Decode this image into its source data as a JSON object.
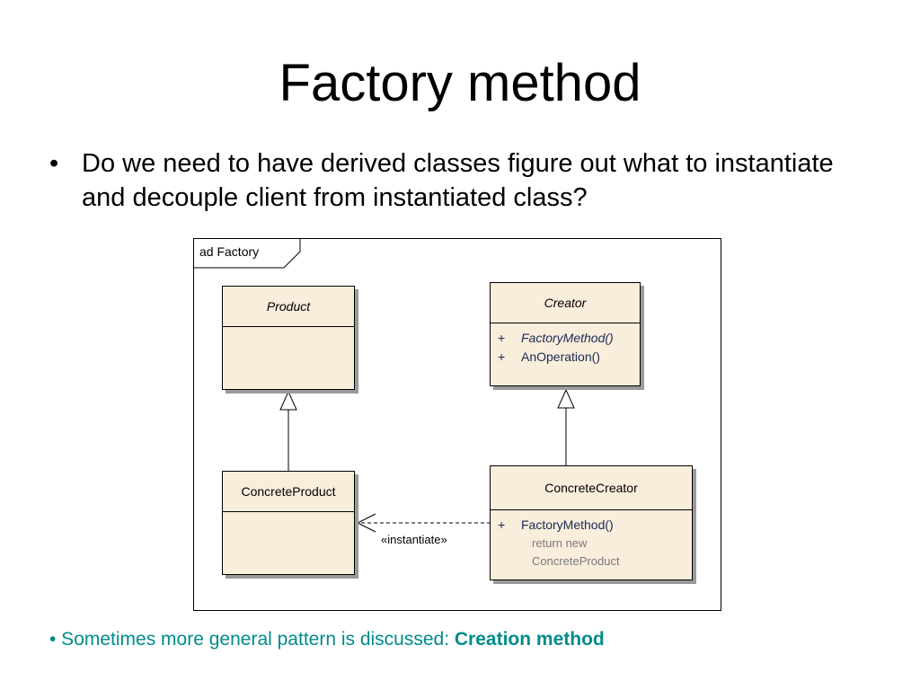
{
  "slide": {
    "title": "Factory method",
    "bullet_text": "Do we need to have derived classes figure out what to instantiate and decouple client from instantiated class?",
    "bottom_note_prefix": "• Sometimes more general pattern is discussed: ",
    "bottom_note_bold": "Creation method"
  },
  "diagram": {
    "frame_label": "ad Factory",
    "product": {
      "name": "Product"
    },
    "creator": {
      "name": "Creator",
      "ops": [
        {
          "vis": "+",
          "name": "FactoryMethod()"
        },
        {
          "vis": "+",
          "name": "AnOperation()"
        }
      ]
    },
    "concrete_product": {
      "name": "ConcreteProduct"
    },
    "concrete_creator": {
      "name": "ConcreteCreator",
      "op": {
        "vis": "+",
        "name": "FactoryMethod()"
      },
      "note_line1": "return new",
      "note_line2": "ConcreteProduct"
    },
    "dependency_label": "«instantiate»",
    "colors": {
      "class_fill": "#f9eddc",
      "note_text": "#008b8b"
    }
  }
}
